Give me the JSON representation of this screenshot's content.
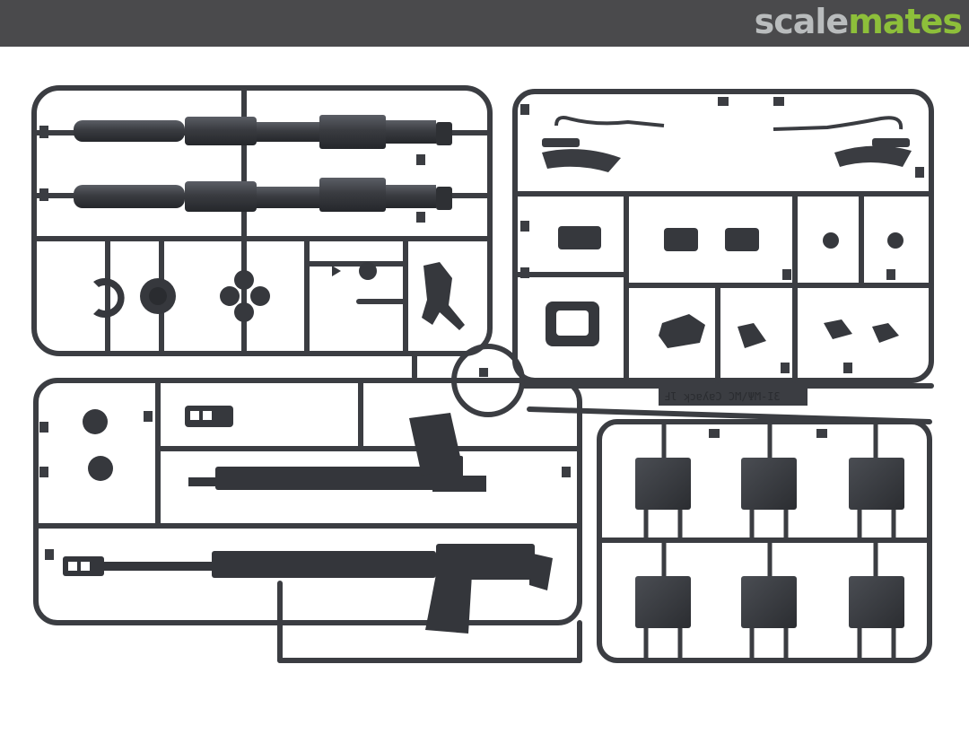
{
  "header": {
    "logo_part1": "scale",
    "logo_part2": "mates"
  },
  "colors": {
    "header_bg": "#4a4a4c",
    "logo_scale": "#b9bcbd",
    "logo_mates": "#8dbf3a",
    "plastic": "#3b3d42"
  },
  "photo": {
    "sprue_tag": "ℲƖ ʞɔɐʎɐƆ ϽϺ/ΨϺ-ΙƐ"
  }
}
